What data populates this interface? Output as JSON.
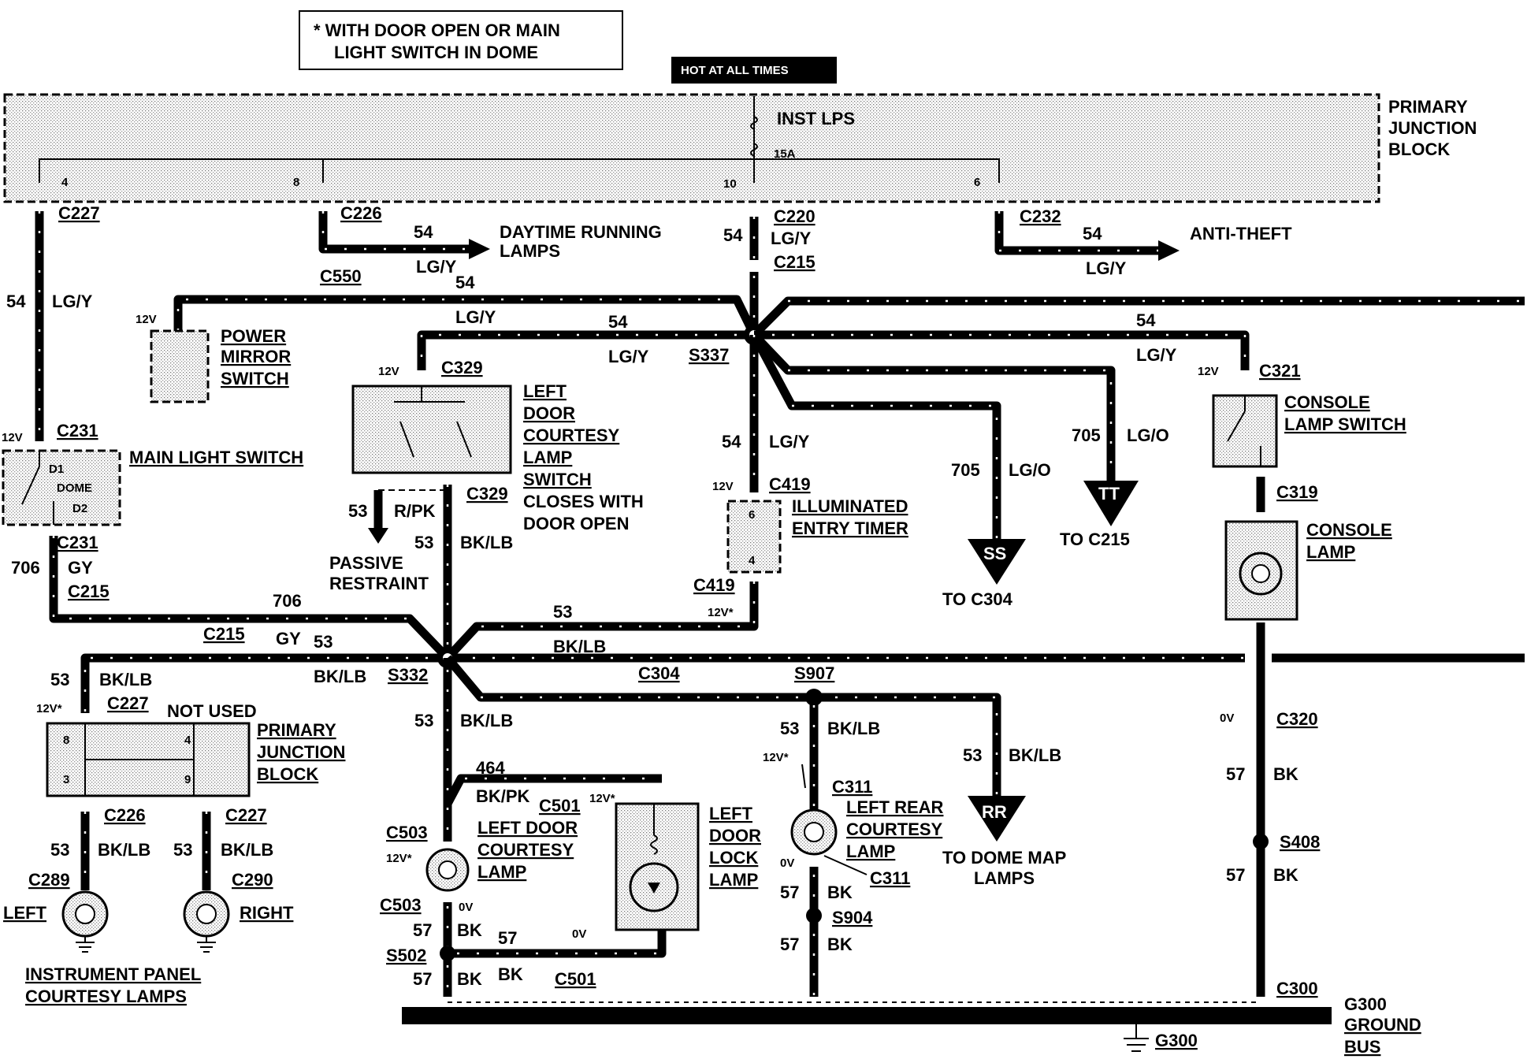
{
  "note": {
    "line1": "* WITH DOOR OPEN OR MAIN",
    "line2": "LIGHT SWITCH IN DOME"
  },
  "hot_label": "HOT AT ALL TIMES",
  "pjb": {
    "line1": "PRIMARY",
    "line2": "JUNCTION",
    "line3": "BLOCK"
  },
  "fuse": {
    "name": "INST LPS",
    "rating": "15A",
    "pin_in": "10"
  },
  "pins": {
    "p4": "4",
    "p8": "8",
    "p6": "6"
  },
  "connectors": {
    "c227": "C227",
    "c226": "C226",
    "c220": "C220",
    "c215": "C215",
    "c232": "C232",
    "c550": "C550",
    "c329": "C329",
    "c231": "C231",
    "c321": "C321",
    "c419": "C419",
    "c319": "C319",
    "c304": "C304",
    "c320": "C320",
    "c311": "C311",
    "c503": "C503",
    "c501": "C501",
    "c289": "C289",
    "c290": "C290",
    "c300": "C300"
  },
  "splices": {
    "s337": "S337",
    "s332": "S332",
    "s907": "S907",
    "s408": "S408",
    "s904": "S904",
    "s502": "S502"
  },
  "wires": {
    "n54": "54",
    "lgy": "LG/Y",
    "n705": "705",
    "lgo": "LG/O",
    "n706": "706",
    "gy": "GY",
    "n53": "53",
    "bklb": "BK/LB",
    "rpk": "R/PK",
    "n464": "464",
    "bkpk": "BK/PK",
    "n57": "57",
    "bk": "BK"
  },
  "voltages": {
    "v12": "12V",
    "v12s": "12V*",
    "v0": "0V"
  },
  "components": {
    "drl1": "DAYTIME RUNNING",
    "drl2": "LAMPS",
    "anti_theft": "ANTI-THEFT",
    "mirror1": "POWER",
    "mirror2": "MIRROR",
    "mirror3": "SWITCH",
    "ldcs1": "LEFT",
    "ldcs2": "DOOR",
    "ldcs3": "COURTESY",
    "ldcs4": "LAMP",
    "ldcs5": "SWITCH",
    "ldcs6": "CLOSES WITH",
    "ldcs7": "DOOR OPEN",
    "main_light": "MAIN LIGHT SWITCH",
    "d1": "D1",
    "dome": "DOME",
    "d2": "D2",
    "passive1": "PASSIVE",
    "passive2": "RESTRAINT",
    "timer1": "ILLUMINATED",
    "timer2": "ENTRY TIMER",
    "t6": "6",
    "t4": "4",
    "console_sw1": "CONSOLE",
    "console_sw2": "LAMP SWITCH",
    "console_l1": "CONSOLE",
    "console_l2": "LAMP",
    "ss": "SS",
    "to_c304": "TO C304",
    "tt": "TT",
    "to_c215": "TO C215",
    "not_used": "NOT USED",
    "pjb2a": "PRIMARY",
    "pjb2b": "JUNCTION",
    "pjb2c": "BLOCK",
    "j8": "8",
    "j4": "4",
    "j3": "3",
    "j9": "9",
    "left": "LEFT",
    "right": "RIGHT",
    "ipcl1": "INSTRUMENT PANEL",
    "ipcl2": "COURTESY LAMPS",
    "ldcl1": "LEFT DOOR",
    "ldcl2": "COURTESY",
    "ldcl3": "LAMP",
    "ldll1": "LEFT",
    "ldll2": "DOOR",
    "ldll3": "LOCK",
    "ldll4": "LAMP",
    "lrcl1": "LEFT REAR",
    "lrcl2": "COURTESY",
    "lrcl3": "LAMP",
    "rr": "RR",
    "dome_map1": "TO DOME MAP",
    "dome_map2": "LAMPS",
    "g300a": "G300",
    "gbus1": "GROUND",
    "gbus2": "BUS",
    "g300b": "G300"
  }
}
